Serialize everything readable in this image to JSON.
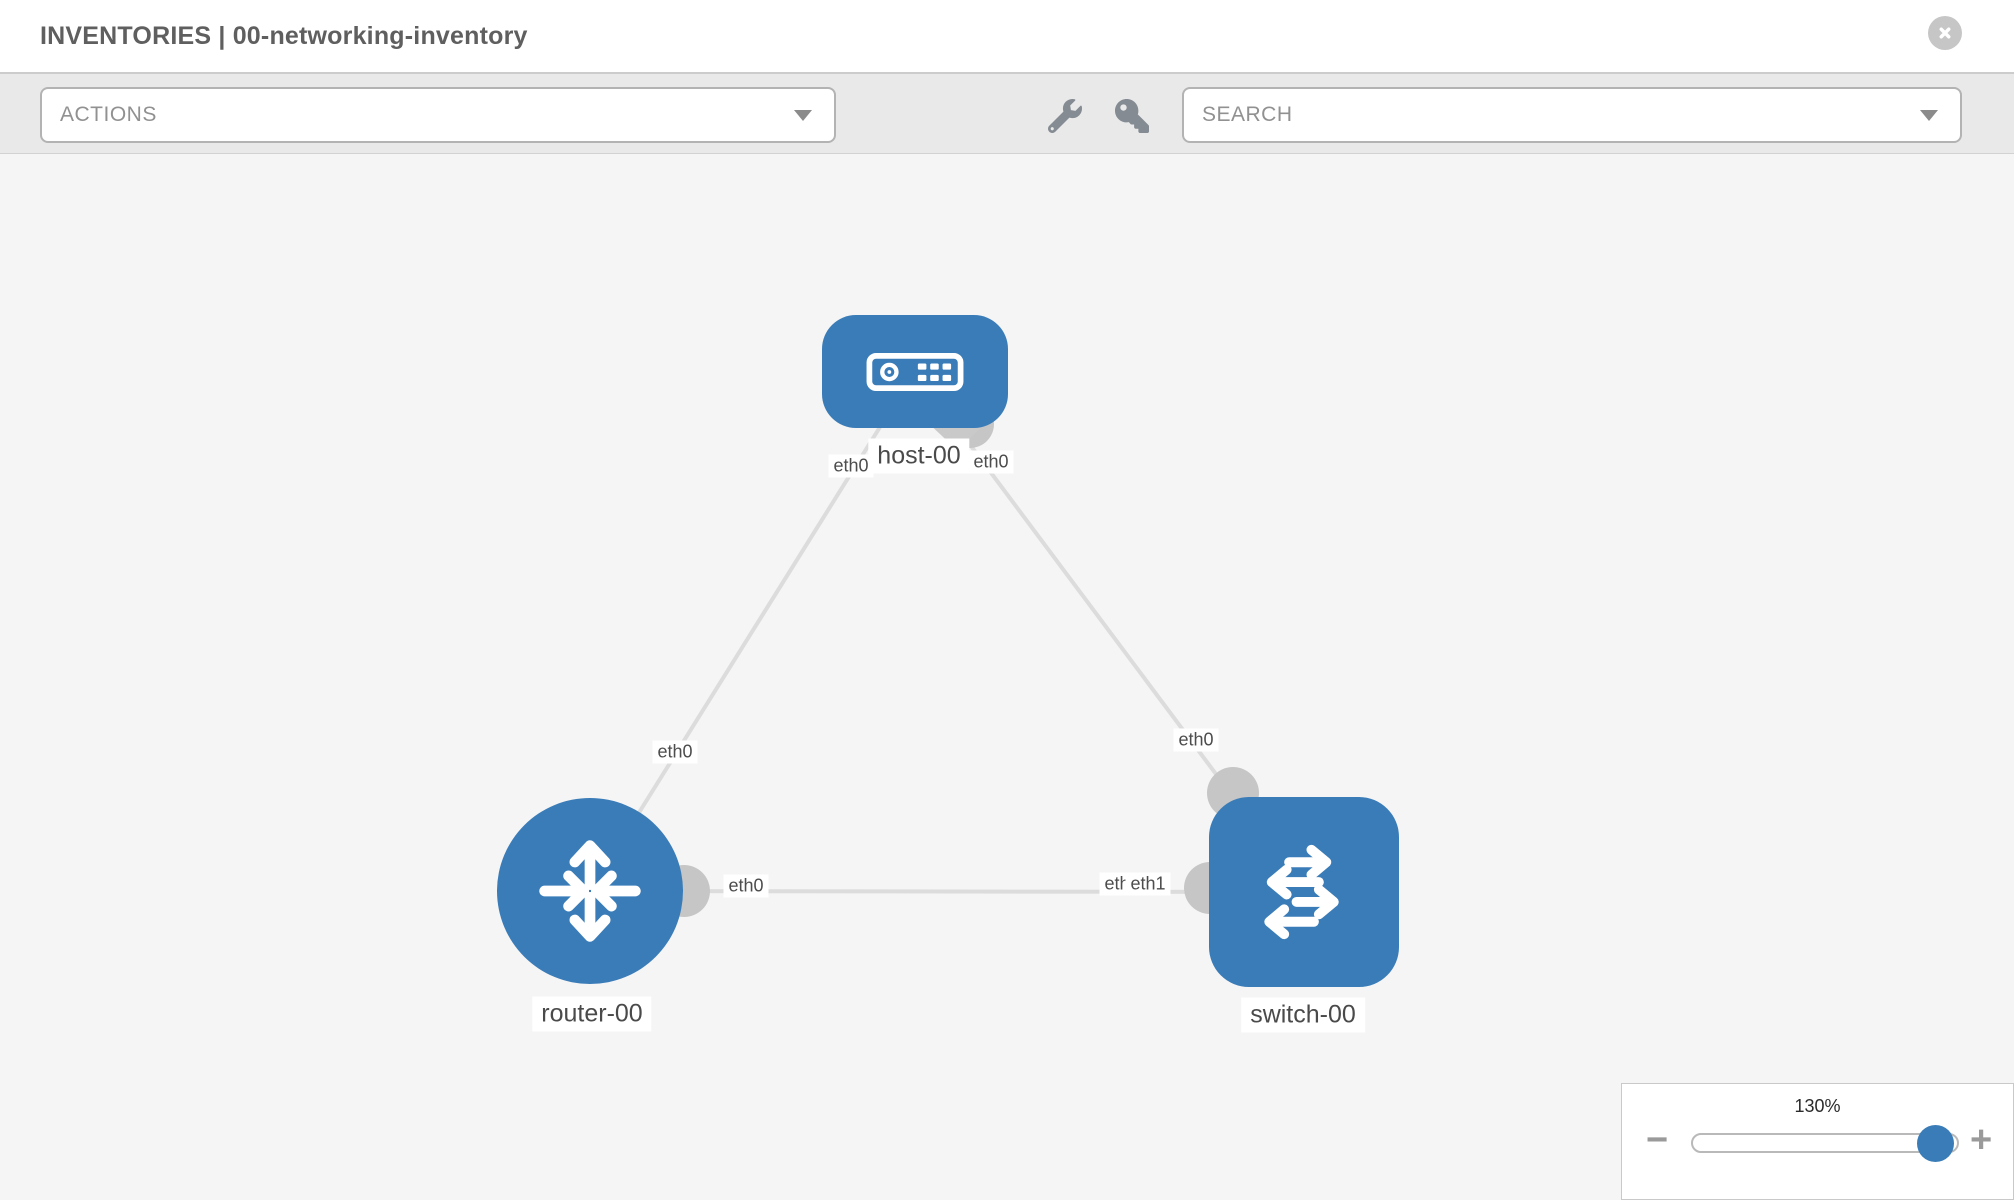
{
  "window": {
    "title": "INVENTORIES | 00-networking-inventory"
  },
  "toolbar": {
    "actions_dropdown": {
      "label": "ACTIONS"
    },
    "search_dropdown": {
      "label": "SEARCH"
    },
    "icons": [
      "wrench-icon",
      "key-icon"
    ]
  },
  "diagram": {
    "nodes": [
      {
        "label": "host-00",
        "type": "host"
      },
      {
        "label": "router-00",
        "type": "router"
      },
      {
        "label": "switch-00",
        "type": "switch"
      }
    ],
    "links": [
      {
        "from": "host-00",
        "to": "router-00",
        "from_interface": "eth0",
        "to_interface": "eth0"
      },
      {
        "from": "host-00",
        "to": "switch-00",
        "from_interface": "eth0",
        "to_interface": "eth0"
      },
      {
        "from": "router-00",
        "to": "switch-00",
        "from_interface": "eth0",
        "to_interface": "eth1"
      }
    ],
    "interface_labels": [
      "eth0",
      "eth0",
      "eth0",
      "eth0",
      "eth0",
      "eth0",
      "eth1"
    ]
  },
  "zoom_control": {
    "level": "130%",
    "value": 130,
    "minus": "−",
    "plus": "+"
  },
  "colors": {
    "node_blue": "#3a7cb8",
    "link_gray": "#dcdcdc",
    "endpoint_gray": "#c6c6c6",
    "canvas_bg": "#f5f5f5",
    "toolbar_bg": "#e9e9e9"
  }
}
